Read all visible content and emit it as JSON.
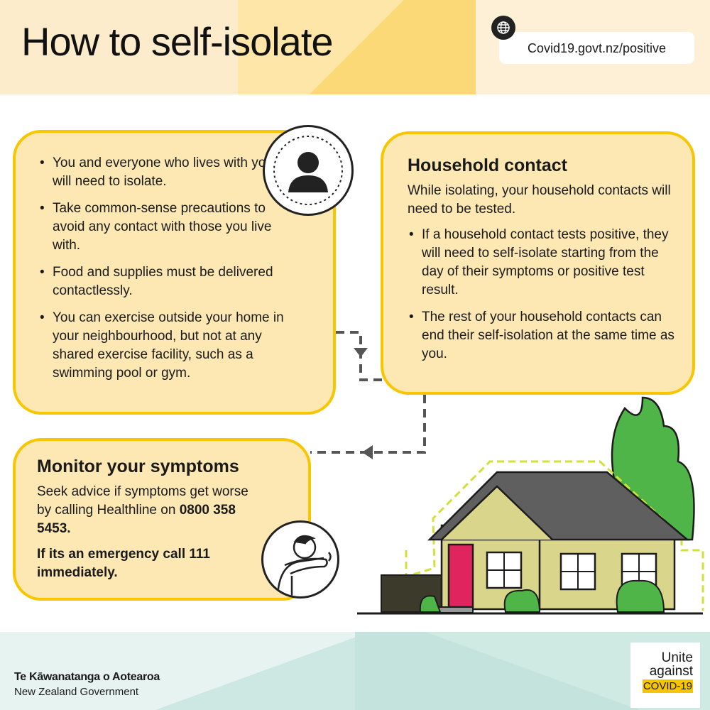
{
  "header": {
    "title": "How to self-isolate",
    "url": "Covid19.govt.nz/positive",
    "icon": "globe-icon"
  },
  "isolate_card": {
    "bullets": [
      "You and everyone who lives with you will need to isolate.",
      "Take common-sense precautions to avoid any contact with those you live with.",
      "Food and supplies must be delivered contactlessly.",
      "You can exercise outside your home in your neighbourhood, but not at any shared exercise facility, such as a swimming pool or gym."
    ],
    "icon": "person-icon"
  },
  "household_card": {
    "title": "Household contact",
    "intro": "While isolating, your household contacts will need to be tested.",
    "bullets": [
      "If a household contact tests positive, they will need to self-isolate starting from the day of their symptoms or positive test result.",
      "The rest of your household contacts can end their self-isolation at the same time as you."
    ]
  },
  "symptoms_card": {
    "title": "Monitor your symptoms",
    "text": "Seek advice if symptoms get worse by calling Healthline on",
    "phone": "0800 358 5453.",
    "emergency": "If its an emergency call 111 immediately.",
    "icon": "sneezing-person-icon"
  },
  "footer": {
    "gov_maori": "Te Kāwanatanga o Aotearoa",
    "gov_english": "New Zealand Government",
    "logo_line1": "Unite",
    "logo_line2": "against",
    "logo_line3": "COVID-19"
  },
  "colors": {
    "card_fill": "#fde8b3",
    "card_border": "#f7c600",
    "footer": "#cde8e2",
    "door": "#e0245e"
  }
}
